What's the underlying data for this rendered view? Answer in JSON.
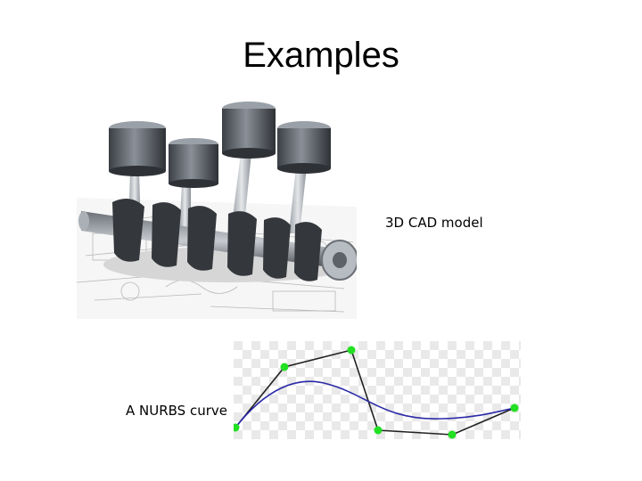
{
  "slide": {
    "title": "Examples",
    "cad_caption": "3D CAD model",
    "nurbs_caption": "A NURBS curve"
  },
  "images": {
    "cad": {
      "icon": "engine-crankshaft-pistons-illustration",
      "metal_color": "#555b60",
      "accent_color": "#7e8791"
    },
    "nurbs": {
      "icon": "nurbs-curve-with-control-points",
      "curve_color": "#2a2aa8",
      "control_polygon_color": "#222222",
      "control_point_color": "#22e022",
      "checker_color": "#e9e9e9"
    }
  }
}
